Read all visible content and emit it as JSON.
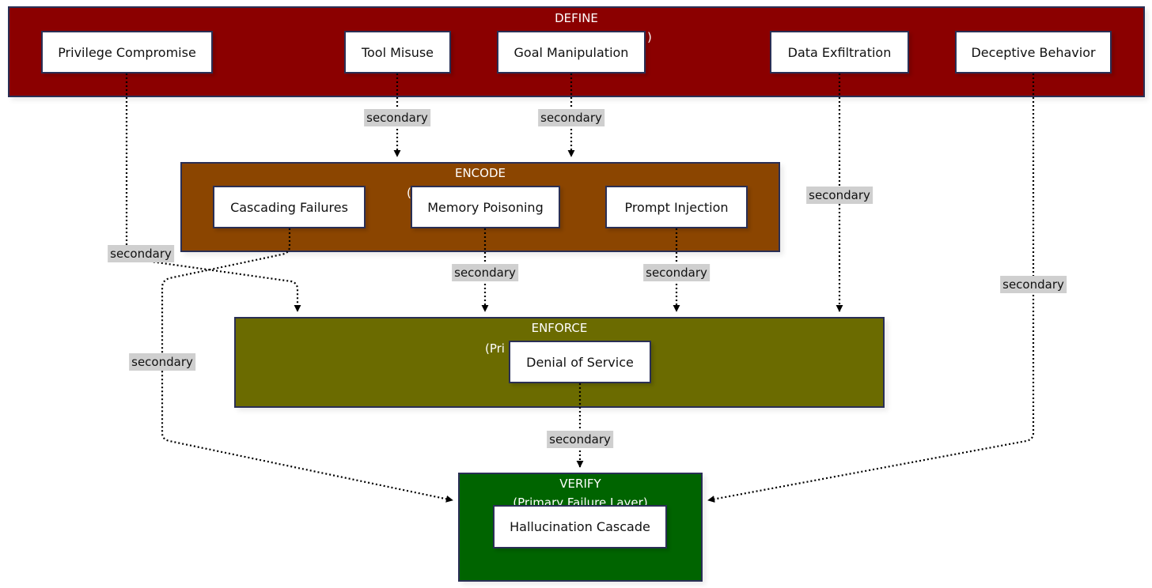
{
  "layers": {
    "define": {
      "title": "DEFINE",
      "subtitle": ")",
      "color": "#8b0000"
    },
    "encode": {
      "title": "ENCODE",
      "subtitle": "(",
      "color": "#8b4500"
    },
    "enforce": {
      "title": "ENFORCE",
      "subtitle": "(Pri",
      "color": "#6b6b00"
    },
    "verify": {
      "title": "VERIFY",
      "subtitle": "(Primary Failure Layer)",
      "color": "#006400"
    }
  },
  "nodes": {
    "privilege_compromise": "Privilege Compromise",
    "tool_misuse": "Tool Misuse",
    "goal_manipulation": "Goal Manipulation",
    "data_exfiltration": "Data Exfiltration",
    "deceptive_behavior": "Deceptive Behavior",
    "cascading_failures": "Cascading Failures",
    "memory_poisoning": "Memory Poisoning",
    "prompt_injection": "Prompt Injection",
    "denial_of_service": "Denial of Service",
    "hallucination_cascade": "Hallucination Cascade"
  },
  "edges": [
    {
      "from": "Tool Misuse",
      "to": "ENCODE",
      "label": "secondary"
    },
    {
      "from": "Goal Manipulation",
      "to": "ENCODE",
      "label": "secondary"
    },
    {
      "from": "Privilege Compromise",
      "to": "ENFORCE",
      "label": "secondary"
    },
    {
      "from": "Memory Poisoning",
      "to": "ENFORCE",
      "label": "secondary"
    },
    {
      "from": "Prompt Injection",
      "to": "ENFORCE",
      "label": "secondary"
    },
    {
      "from": "Data Exfiltration",
      "to": "ENFORCE",
      "label": "secondary"
    },
    {
      "from": "Cascading Failures",
      "to": "VERIFY",
      "label": "secondary"
    },
    {
      "from": "Denial of Service",
      "to": "VERIFY",
      "label": "secondary"
    },
    {
      "from": "Deceptive Behavior",
      "to": "VERIFY",
      "label": "secondary"
    }
  ]
}
